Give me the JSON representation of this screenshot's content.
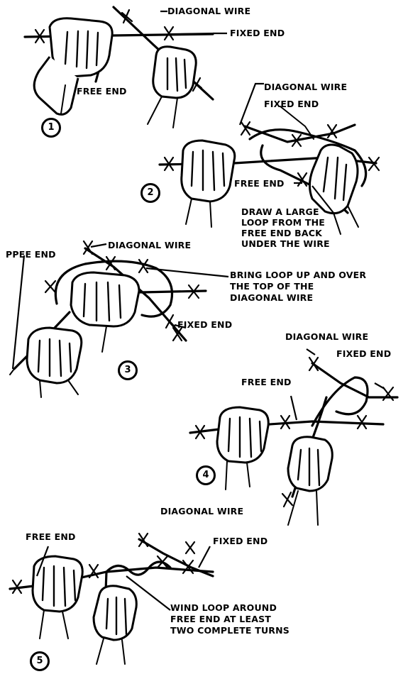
{
  "steps": [
    {
      "number": "1",
      "labels": [
        "DIAGONAL WIRE",
        "FIXED END",
        "FREE END"
      ]
    },
    {
      "number": "2",
      "labels": [
        "DIAGONAL WIRE",
        "FIXED END",
        "FREE END"
      ],
      "note": [
        "DRAW A LARGE",
        "LOOP FROM THE",
        "FREE END BACK",
        "UNDER THE WIRE"
      ]
    },
    {
      "number": "3",
      "labels": [
        "PPEE END",
        "DIAGONAL WIRE",
        "FIXED END"
      ],
      "note": [
        "BRING LOOP UP AND OVER",
        "THE TOP OF THE",
        "DIAGONAL WIRE"
      ]
    },
    {
      "number": "4",
      "labels": [
        "DIAGONAL WIRE",
        "FIXED END",
        "FREE END"
      ]
    },
    {
      "number": "5",
      "labels": [
        "DIAGONAL WIRE",
        "FREE END",
        "FIXED END"
      ],
      "note": [
        "WIND LOOP AROUND",
        "FREE END AT LEAST",
        "TWO COMPLETE TURNS"
      ]
    }
  ]
}
